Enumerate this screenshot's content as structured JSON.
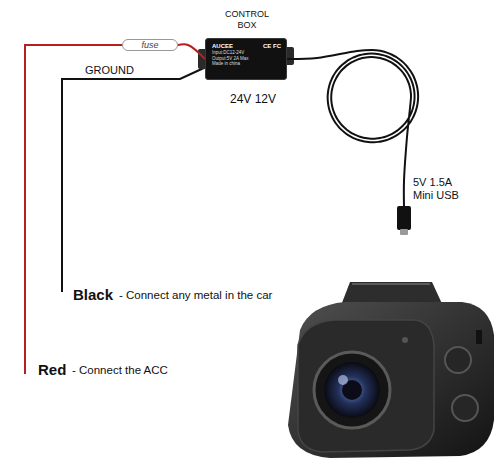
{
  "diagram": {
    "nodes": [
      {
        "text": [
          "CONTROL BOX",
          "AUCEE",
          "Input:DC12-24V",
          "Output:5V 2A Max",
          "CE FC",
          "Made in china"
        ]
      },
      {
        "text": [
          "fuse"
        ]
      },
      {
        "text": [
          "5V 1.5A Mini USB"
        ]
      }
    ],
    "edges": [
      {
        "from": 1,
        "to": 0,
        "arrow": "none"
      },
      {
        "from": 0,
        "to": 2,
        "arrow": "none"
      }
    ],
    "labels": [
      "GROUND",
      "24V 12V",
      "Black",
      "- Connect any metal in the car",
      "Red",
      "- Connect the ACC"
    ]
  }
}
